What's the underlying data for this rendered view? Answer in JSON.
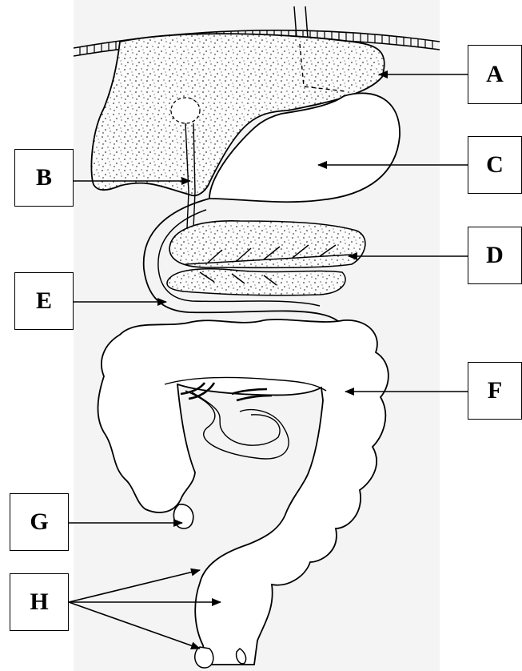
{
  "labels": {
    "a": "A",
    "b": "B",
    "c": "C",
    "d": "D",
    "e": "E",
    "f": "F",
    "g": "G",
    "h": "H"
  },
  "colors": {
    "background": "#ffffff",
    "panel": "#f4f4f4",
    "ink": "#000000"
  }
}
